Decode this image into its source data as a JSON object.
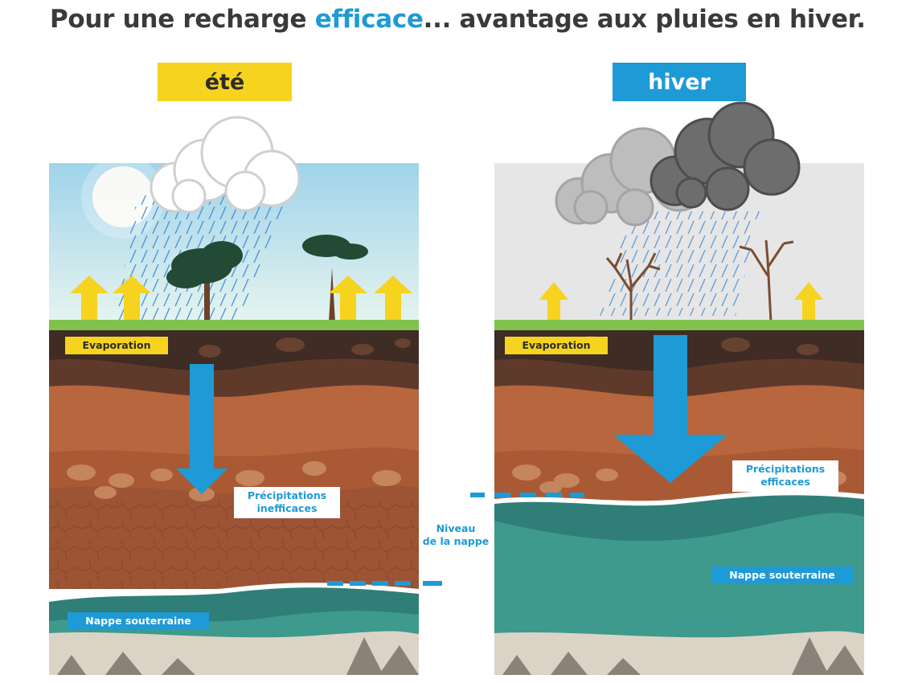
{
  "title": {
    "before": "Pour une recharge ",
    "highlight": "efficace",
    "after": "... avantage aux pluies en hiver."
  },
  "summer": {
    "season": "été",
    "evaporation": "Evaporation",
    "precipitation_line1": "Précipitations",
    "precipitation_line2": "inefficaces",
    "aquifer": "Nappe souterraine"
  },
  "winter": {
    "season": "hiver",
    "evaporation": "Evaporation",
    "precipitation_line1": "Précipitations",
    "precipitation_line2": "efficaces",
    "aquifer": "Nappe souterraine"
  },
  "water_level": {
    "line1": "Niveau",
    "line2": "de la nappe"
  },
  "colors": {
    "yellow": "#f6d31e",
    "blue": "#1e9ad6",
    "aquifer": "#2f7f78",
    "soil": "#b8663d",
    "grass": "#7fc24c"
  }
}
